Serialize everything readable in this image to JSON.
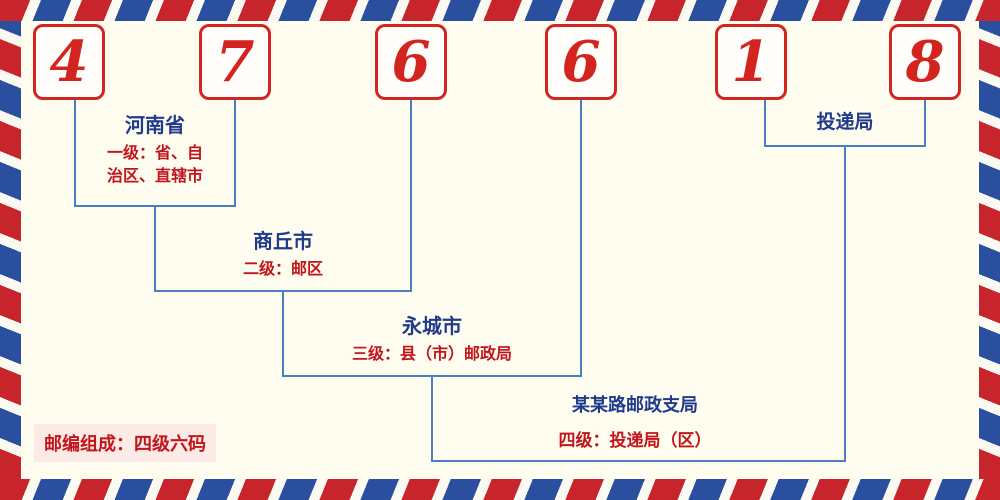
{
  "postal_code": {
    "digits": [
      "4",
      "7",
      "6",
      "6",
      "1",
      "8"
    ]
  },
  "annotations": {
    "level1": {
      "title": "河南省",
      "desc_line1": "一级：省、自",
      "desc_line2": "治区、直辖市"
    },
    "level2": {
      "title": "商丘市",
      "desc": "二级：邮区"
    },
    "level3": {
      "title": "永城市",
      "desc": "三级：县（市）邮政局"
    },
    "level4": {
      "title": "某某路邮政支局",
      "desc": "四级：投递局（区）"
    },
    "delivery_office": {
      "title": "投递局"
    }
  },
  "footer": {
    "text": "邮编组成：四级六码"
  },
  "colors": {
    "digit_red": "#d42420",
    "heading_blue": "#203a8c",
    "desc_red": "#c2151b",
    "line_blue": "#4a80c0",
    "stripe_red": "#c8242b",
    "stripe_blue": "#2a4f9e",
    "background_ivory": "#fffdf0",
    "footer_bg_pink": "#fbeae5"
  }
}
